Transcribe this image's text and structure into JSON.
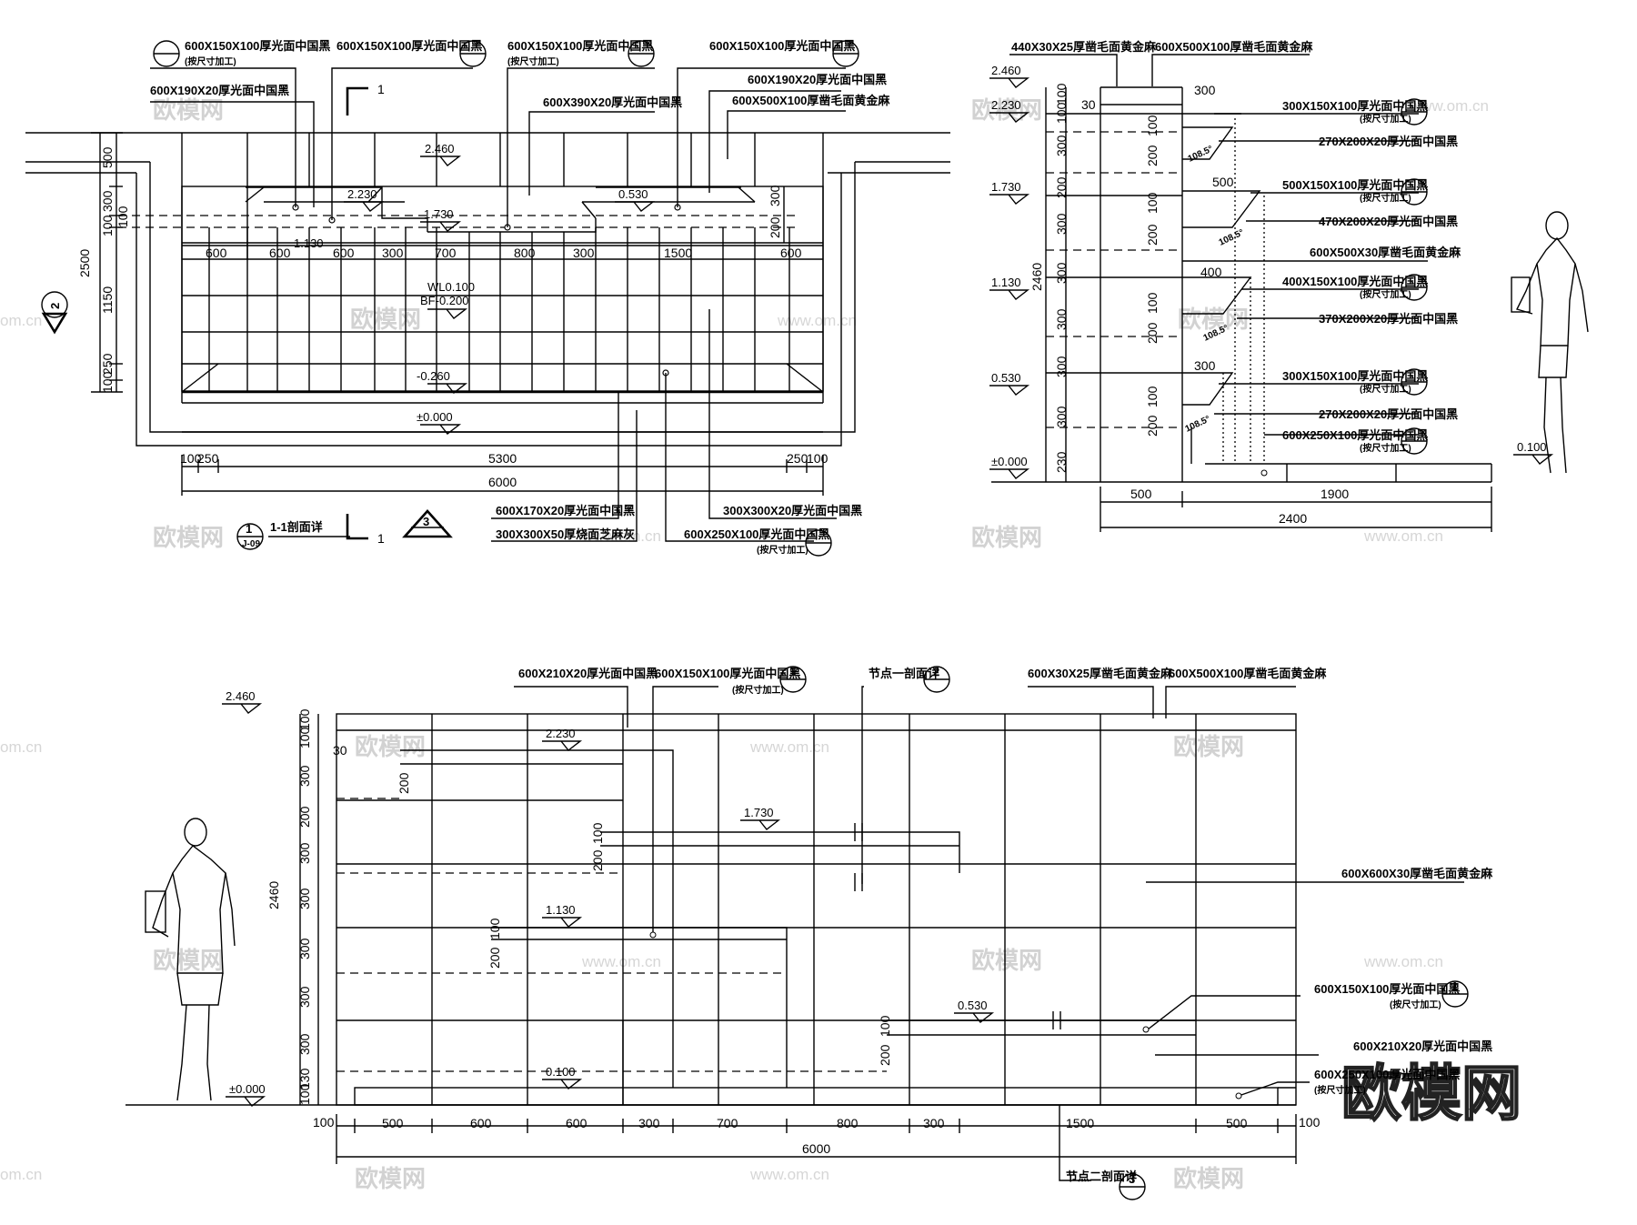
{
  "watermark": {
    "brand": "欧模网",
    "url": "www.om.cn",
    "url_short": "om.cn"
  },
  "section_1": {
    "title": "1-1剖面详",
    "index": "1",
    "sheet": "J-09",
    "cut_mark": "1",
    "labels": {
      "a": "600X150X100厚光面中国黑",
      "a_note": "(按尺寸加工)",
      "b": "600X150X100厚光面中国黑",
      "c": "600X150X100厚光面中国黑",
      "c_note": "(按尺寸加工)",
      "d": "600X150X100厚光面中国黑",
      "e": "600X190X20厚光面中国黑",
      "f": "600X190X20厚光面中国黑",
      "g": "600X390X20厚光面中国黑",
      "h": "600X500X100厚凿毛面黄金麻",
      "i": "600X170X20厚光面中国黑",
      "j": "300X300X50厚烧面芝麻灰",
      "k": "300X300X20厚光面中国黑",
      "l": "600X250X100厚光面中国黑",
      "l_note": "(按尺寸加工)"
    },
    "levels": {
      "l1": "2.460",
      "l2": "2.230",
      "l3": "1.730",
      "l4": "1.130",
      "l5": "0.530",
      "l6": "WL0.100",
      "l7": "BF-0.200",
      "l8": "-0.260",
      "l9": "±0.000"
    },
    "dims_top": [
      "600",
      "600",
      "600",
      "300",
      "700",
      "800",
      "300",
      "1500",
      "600"
    ],
    "dims_left": [
      "500",
      "300",
      "100",
      "100",
      "1150",
      "100",
      "250"
    ],
    "dim_total_left": "2500",
    "dims_bottom": [
      "100",
      "250",
      "5300",
      "250",
      "100"
    ],
    "dim_total": "6000",
    "dims_right": [
      "200",
      "300"
    ],
    "marker_2": "2",
    "marker_3": "3"
  },
  "section_2": {
    "labels": {
      "top1": "440X30X25厚凿毛面黄金麻",
      "top2": "600X500X100厚凿毛面黄金麻",
      "r1": "300X150X100厚光面中国黑",
      "r1n": "(按尺寸加工)",
      "r2": "270X200X20厚光面中国黑",
      "r3": "500X150X100厚光面中国黑",
      "r3n": "(按尺寸加工)",
      "r4": "470X200X20厚光面中国黑",
      "r5": "600X500X30厚凿毛面黄金麻",
      "r6": "400X150X100厚光面中国黑",
      "r6n": "(按尺寸加工)",
      "r7": "370X200X20厚光面中国黑",
      "r8": "300X150X100厚光面中国黑",
      "r8n": "(按尺寸加工)",
      "r9": "270X200X20厚光面中国黑",
      "r10": "600X250X100厚光面中国黑",
      "r10n": "(按尺寸加工)"
    },
    "levels": [
      "2.460",
      "2.230",
      "1.730",
      "1.130",
      "0.530",
      "±0.000",
      "0.100"
    ],
    "dims_left": [
      "100",
      "100",
      "300",
      "200",
      "300",
      "300",
      "300",
      "300",
      "300",
      "230"
    ],
    "dim_total": "2460",
    "dims_step": [
      "300",
      "500",
      "400",
      "300"
    ],
    "dims_inner": [
      "200",
      "100"
    ],
    "angle": "108.5°",
    "dims_bottom": [
      "500",
      "1900"
    ],
    "dim_bottom_total": "2400",
    "dim_30": "30"
  },
  "elevation": {
    "labels": {
      "a": "600X210X20厚光面中国黑",
      "b": "600X150X100厚光面中国黑",
      "b_note": "(按尺寸加工)",
      "c": "节点一剖面详",
      "d": "600X30X25厚凿毛面黄金麻",
      "e": "600X500X100厚凿毛面黄金麻",
      "f": "600X600X30厚凿毛面黄金麻",
      "g": "600X150X100厚光面中国黑",
      "g_note": "(按尺寸加工)",
      "h": "600X210X20厚光面中国黑",
      "i": "600X250X100厚光面中国黑",
      "i_note": "(按尺寸加工)",
      "j": "节点二剖面详"
    },
    "levels": {
      "l1": "2.460",
      "l2": "2.230",
      "l3": "1.730",
      "l4": "1.130",
      "l5": "0.530",
      "l6": "0.100",
      "l7": "±0.000"
    },
    "dims_left": [
      "100",
      "100",
      "300",
      "200",
      "300",
      "300",
      "300",
      "300",
      "300",
      "130",
      "100"
    ],
    "dim_total": "2460",
    "dims_bottom": [
      "100",
      "500",
      "600",
      "600",
      "300",
      "700",
      "800",
      "300",
      "1500",
      "500",
      "100"
    ],
    "dim_bottom_total": "6000",
    "dims_inner": [
      "200",
      "100"
    ],
    "dim_30": "30",
    "markers": [
      "1",
      "2",
      "1",
      "3"
    ]
  }
}
